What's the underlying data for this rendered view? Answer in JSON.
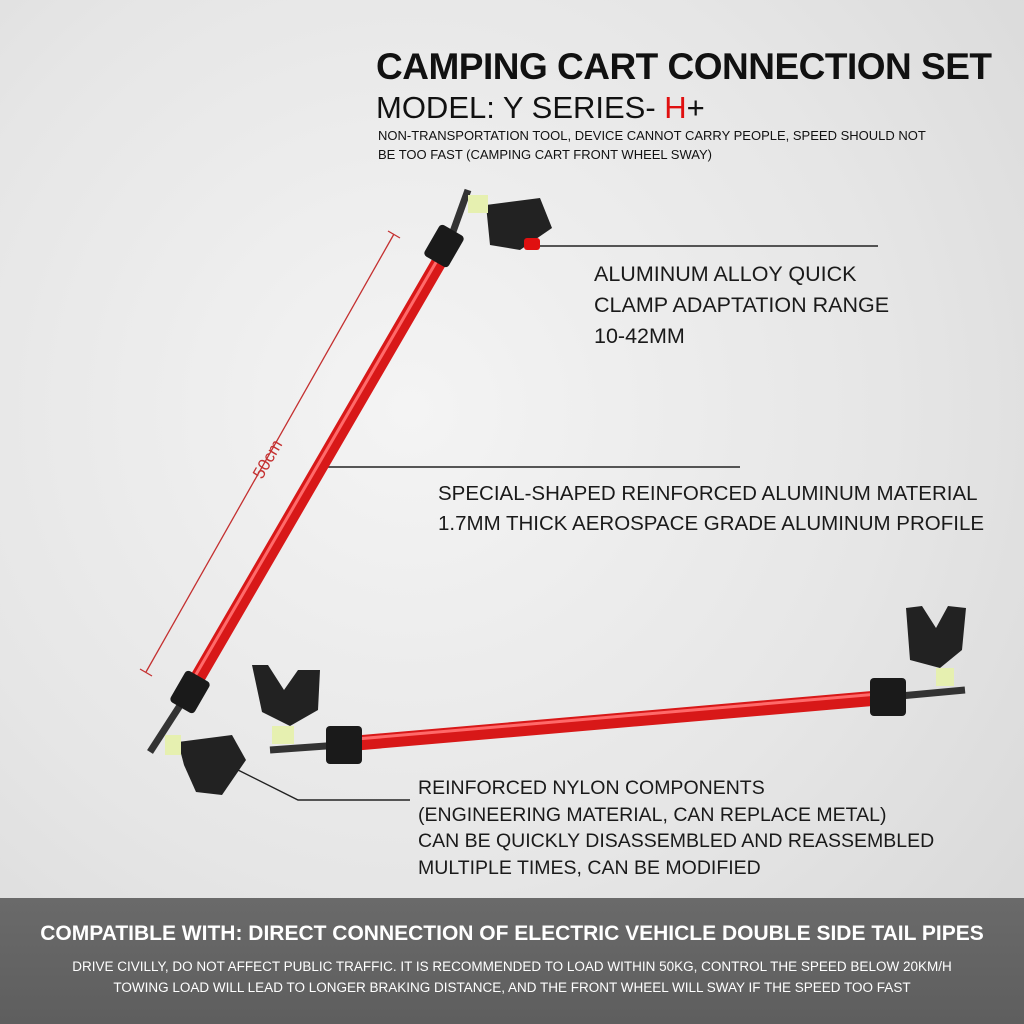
{
  "header": {
    "title": "CAMPING CART CONNECTION SET",
    "model_prefix": "MODEL: Y SERIES- ",
    "model_highlight": "H",
    "model_suffix": "+",
    "subtitle_lines": [
      "NON-TRANSPORTATION TOOL, DEVICE CANNOT CARRY PEOPLE, SPEED SHOULD NOT",
      "BE TOO FAST (CAMPING CART FRONT WHEEL SWAY)"
    ]
  },
  "dimension": {
    "label": "50cm"
  },
  "annotations": [
    {
      "lines": [
        "ALUMINUM ALLOY QUICK",
        "CLAMP ADAPTATION RANGE",
        "10-42MM"
      ]
    },
    {
      "lines": [
        "SPECIAL-SHAPED REINFORCED ALUMINUM MATERIAL",
        "1.7MM THICK AEROSPACE GRADE ALUMINUM PROFILE"
      ]
    },
    {
      "lines": [
        "REINFORCED NYLON COMPONENTS",
        "(ENGINEERING MATERIAL, CAN REPLACE METAL)",
        "CAN BE QUICKLY DISASSEMBLED AND REASSEMBLED",
        "MULTIPLE TIMES, CAN BE MODIFIED"
      ]
    }
  ],
  "footer": {
    "title": "COMPATIBLE WITH: DIRECT CONNECTION OF ELECTRIC VEHICLE DOUBLE SIDE TAIL PIPES",
    "lines": [
      "DRIVE CIVILLY, DO NOT AFFECT PUBLIC TRAFFIC. IT IS RECOMMENDED TO LOAD WITHIN 50KG, CONTROL THE SPEED BELOW 20KM/H",
      "TOWING LOAD WILL LEAD TO LONGER BRAKING DISTANCE, AND THE FRONT WHEEL WILL SWAY IF THE SPEED TOO FAST"
    ]
  },
  "colors": {
    "accent": "#e01010",
    "rod": "#d81818",
    "footer_bg": "#646464"
  }
}
